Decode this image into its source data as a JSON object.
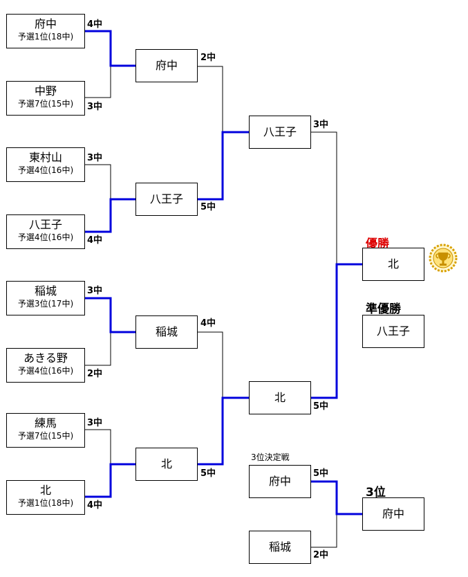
{
  "round1": [
    {
      "name": "府中",
      "qual": "予選1位(18中)",
      "score": "4中"
    },
    {
      "name": "中野",
      "qual": "予選7位(15中)",
      "score": "3中"
    },
    {
      "name": "東村山",
      "qual": "予選4位(16中)",
      "score": "3中"
    },
    {
      "name": "八王子",
      "qual": "予選4位(16中)",
      "score": "4中"
    },
    {
      "name": "稲城",
      "qual": "予選3位(17中)",
      "score": "3中"
    },
    {
      "name": "あきる野",
      "qual": "予選4位(16中)",
      "score": "2中"
    },
    {
      "name": "練馬",
      "qual": "予選7位(15中)",
      "score": "3中"
    },
    {
      "name": "北",
      "qual": "予選1位(18中)",
      "score": "4中"
    }
  ],
  "round2": [
    {
      "name": "府中",
      "score": "2中"
    },
    {
      "name": "八王子",
      "score": "5中"
    },
    {
      "name": "稲城",
      "score": "4中"
    },
    {
      "name": "北",
      "score": "5中"
    }
  ],
  "semifinal": [
    {
      "name": "八王子",
      "score": "3中"
    },
    {
      "name": "北",
      "score": "5中"
    }
  ],
  "final": {
    "champion_title": "優勝",
    "champion": "北",
    "runnerup_title": "準優勝",
    "runnerup": "八王子"
  },
  "third_place": {
    "label": "3位決定戦",
    "match": [
      {
        "name": "府中",
        "score": "5中"
      },
      {
        "name": "稲城",
        "score": "2中"
      }
    ],
    "title": "3位",
    "winner": "府中"
  },
  "colors": {
    "winner_line": "#0000dd",
    "line": "#000000",
    "champion_title": "#dd0000",
    "trophy": "#d8a000"
  },
  "icons": {
    "trophy": "trophy-icon"
  }
}
